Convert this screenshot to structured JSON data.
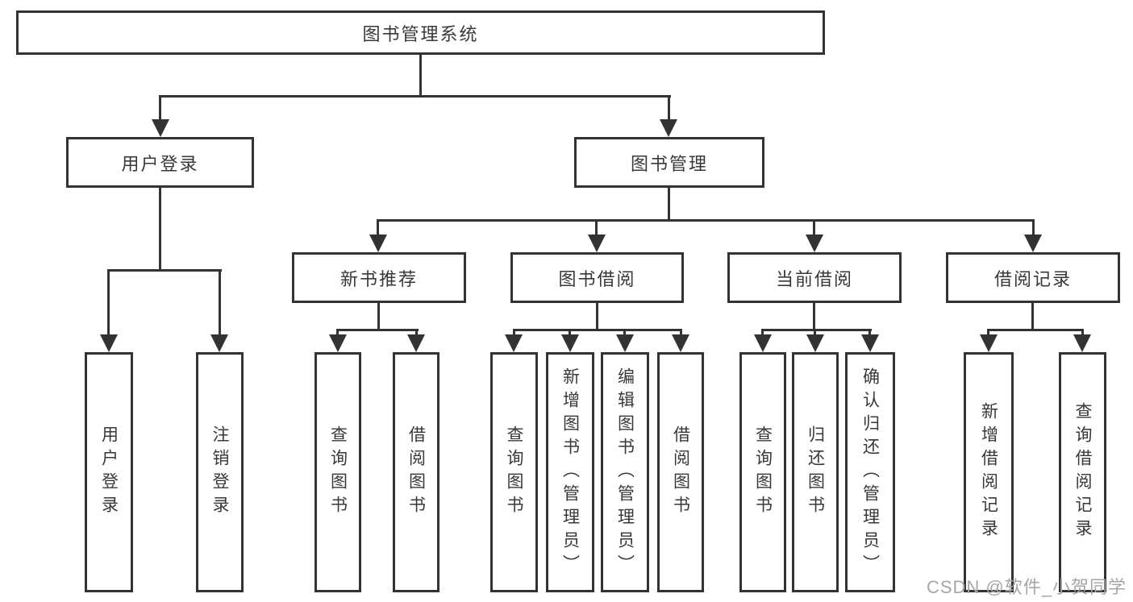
{
  "diagram": {
    "type": "hierarchy-diagram",
    "watermark": "CSDN @软件_小贺同学",
    "colors": {
      "line": "#333333",
      "text": "#383838",
      "background": "#ffffff",
      "watermark": "#a6a6a6"
    },
    "nodes": {
      "root": "图书管理系统",
      "userLogin": "用户登录",
      "bookMgmt": "图书管理",
      "newBooks": "新书推荐",
      "bookBorrow": "图书借阅",
      "currentBorrow": "当前借阅",
      "borrowRecords": "借阅记录",
      "userLoginLeaf": "用户登录",
      "logoutLeaf": "注销登录",
      "nbQuery": "查询图书",
      "nbBorrow": "借阅图书",
      "bbQuery": "查询图书",
      "bbAdd": "新增图书（管理员）",
      "bbEdit": "编辑图书（管理员）",
      "bbBorrow": "借阅图书",
      "cbQuery": "查询图书",
      "cbReturn": "归还图书",
      "cbConfirm": "确认归还（管理员）",
      "brAdd": "新增借阅记录",
      "brQuery": "查询借阅记录"
    },
    "tree": {
      "图书管理系统": {
        "用户登录": [
          "用户登录",
          "注销登录"
        ],
        "图书管理": {
          "新书推荐": [
            "查询图书",
            "借阅图书"
          ],
          "图书借阅": [
            "查询图书",
            "新增图书（管理员）",
            "编辑图书（管理员）",
            "借阅图书"
          ],
          "当前借阅": [
            "查询图书",
            "归还图书",
            "确认归还（管理员）"
          ],
          "借阅记录": [
            "新增借阅记录",
            "查询借阅记录"
          ]
        }
      }
    }
  }
}
